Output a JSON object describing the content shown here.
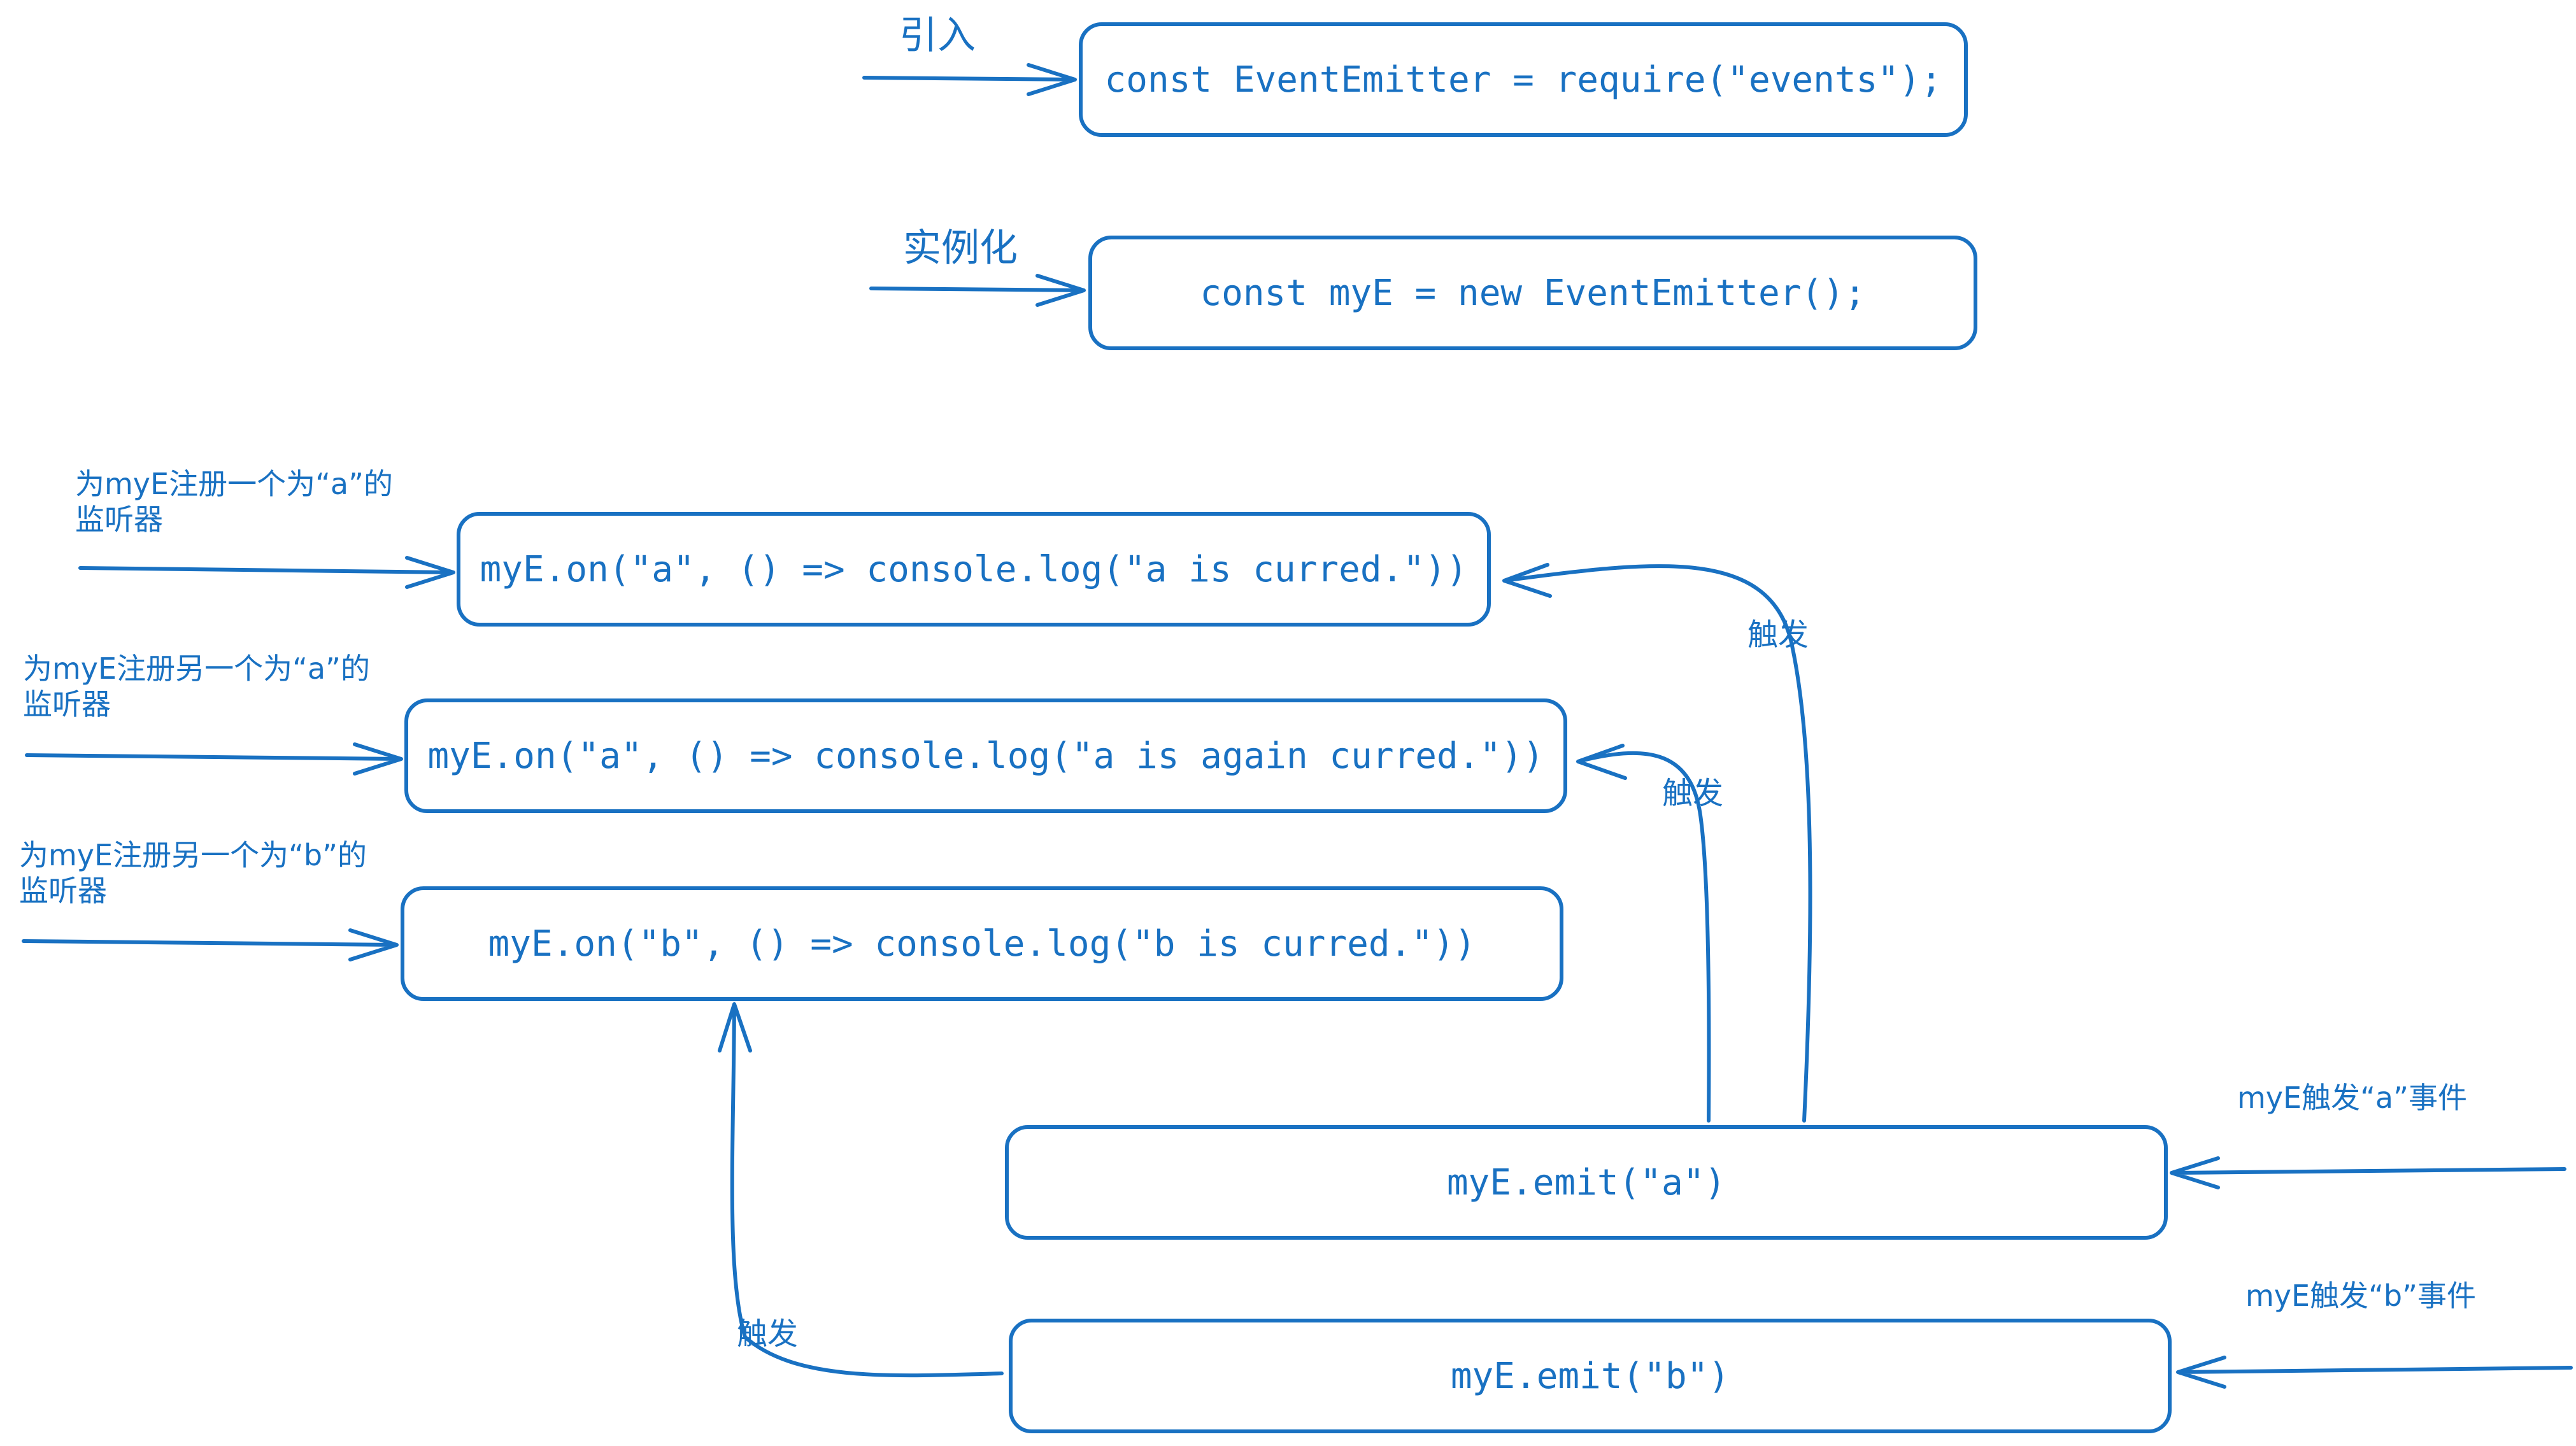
{
  "nodes": {
    "require": "const EventEmitter = require(\"events\");",
    "instantiate": "const myE = new EventEmitter();",
    "on_a1": "myE.on(\"a\", () => console.log(\"a is curred.\"))",
    "on_a2": "myE.on(\"a\", () => console.log(\"a is again curred.\"))",
    "on_b": "myE.on(\"b\", () => console.log(\"b is curred.\"))",
    "emit_a": "myE.emit(\"a\")",
    "emit_b": "myE.emit(\"b\")"
  },
  "labels": {
    "require": "引入",
    "instantiate": "实例化",
    "on_a1": "为myE注册一个为“a”的\n监听器",
    "on_a2": "为myE注册另一个为“a”的\n监听器",
    "on_b": "为myE注册另一个为“b”的\n监听器",
    "emit_a": "myE触发“a”事件",
    "emit_b": "myE触发“b”事件",
    "trigger_1": "触发",
    "trigger_2": "触发",
    "trigger_3": "触发"
  },
  "colors": {
    "stroke": "#1971c2",
    "background": "#ffffff"
  }
}
